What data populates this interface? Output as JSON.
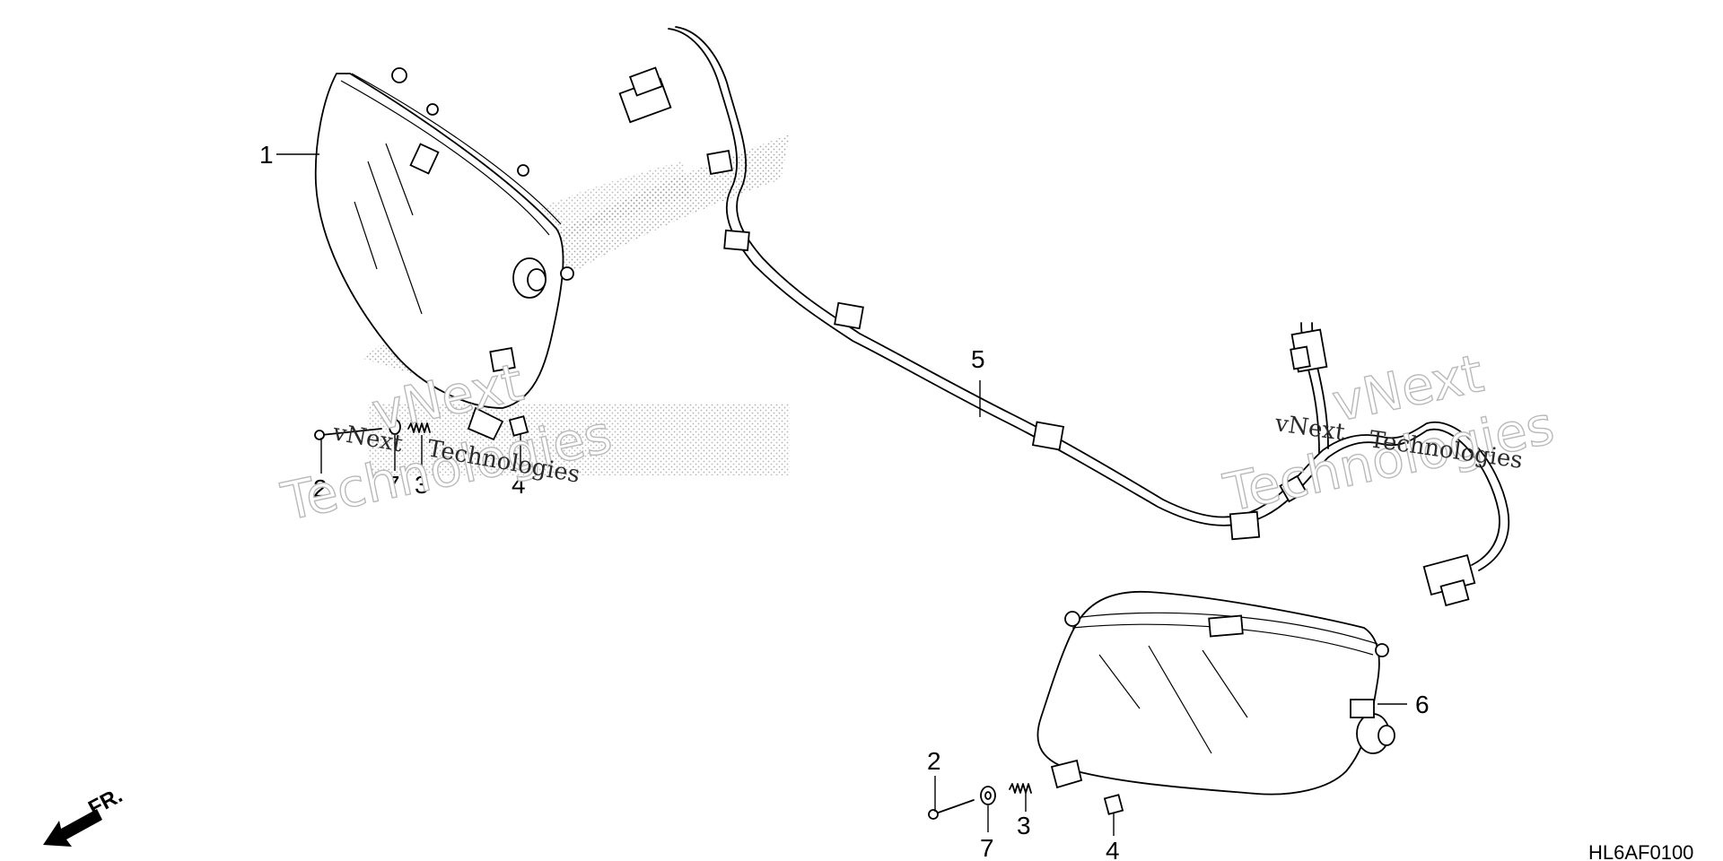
{
  "diagram_code": "HL6AF0100",
  "front_indicator": {
    "label": "FR."
  },
  "callouts": {
    "c1": "1",
    "c2a": "2",
    "c2b": "2",
    "c3a": "3",
    "c3b": "3",
    "c4a": "4",
    "c4b": "4",
    "c5": "5",
    "c6": "6",
    "c7a": "7",
    "c7b": "7"
  },
  "watermarks": {
    "left_big_1": "vNext",
    "left_big_2": "Technologies",
    "left_small_1": "vNext",
    "left_small_2": "Technologies",
    "right_big_1": "vNext",
    "right_big_2": "Technologies",
    "right_small_1": "vNext",
    "right_small_2": "Technologies"
  }
}
